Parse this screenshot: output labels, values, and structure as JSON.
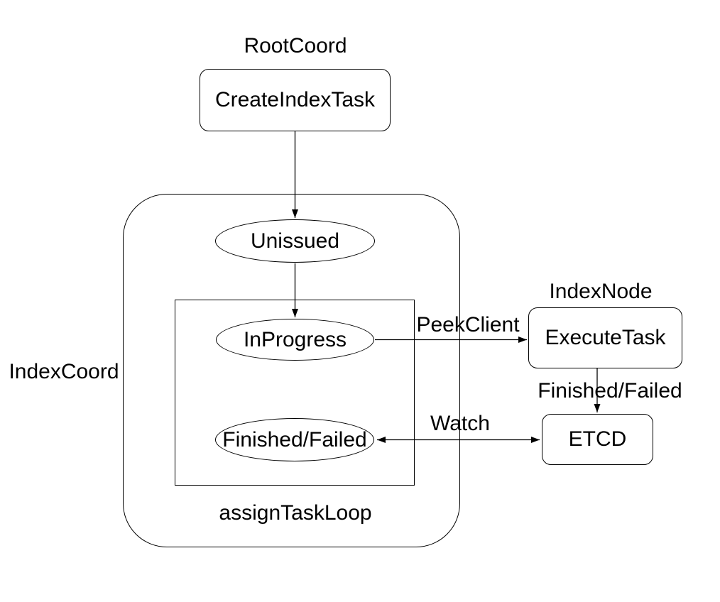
{
  "diagram": {
    "lanes": {
      "root_coord": "RootCoord",
      "index_coord": "IndexCoord",
      "index_node": "IndexNode",
      "assign_task_loop": "assignTaskLoop"
    },
    "nodes": {
      "create_index_task": "CreateIndexTask",
      "unissued": "Unissued",
      "in_progress": "InProgress",
      "finished_failed": "Finished/Failed",
      "execute_task": "ExecuteTask",
      "etcd": "ETCD"
    },
    "edges": {
      "peek_client": "PeekClient",
      "finished_failed": "Finished/Failed",
      "watch": "Watch"
    },
    "colors": {
      "stroke": "#000000",
      "text": "#000000",
      "background": "#ffffff"
    }
  }
}
